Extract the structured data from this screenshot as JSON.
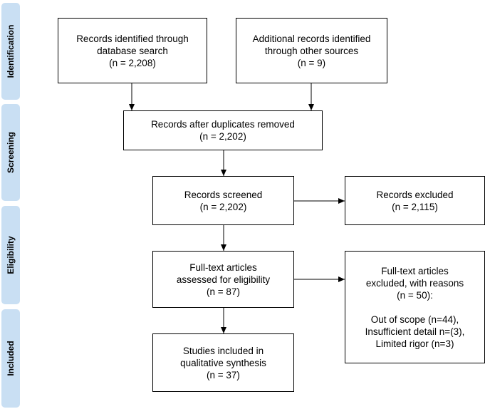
{
  "phases": {
    "identification": "Identification",
    "screening": "Screening",
    "eligibility": "Eligibility",
    "included": "Included"
  },
  "boxes": {
    "database_search": [
      "Records identified through",
      "database search",
      "(n = 2,208)"
    ],
    "other_sources": [
      "Additional records identified",
      "through other sources",
      "(n = 9)"
    ],
    "after_duplicates": [
      "Records after duplicates removed",
      "(n = 2,202)"
    ],
    "screened": [
      "Records screened",
      "(n = 2,202)"
    ],
    "excluded": [
      "Records excluded",
      "(n = 2,115)"
    ],
    "fulltext_assessed": [
      "Full-text articles",
      "assessed for eligibility",
      "(n = 87)"
    ],
    "fulltext_excluded": [
      "Full-text articles",
      "excluded, with reasons",
      "(n = 50):"
    ],
    "exclusion_reasons": [
      "Out of scope (n=44),",
      "Insufficient detail n=(3),",
      "Limited rigor (n=3)"
    ],
    "included_studies": [
      "Studies included in",
      "qualitative synthesis",
      "(n = 37)"
    ]
  }
}
